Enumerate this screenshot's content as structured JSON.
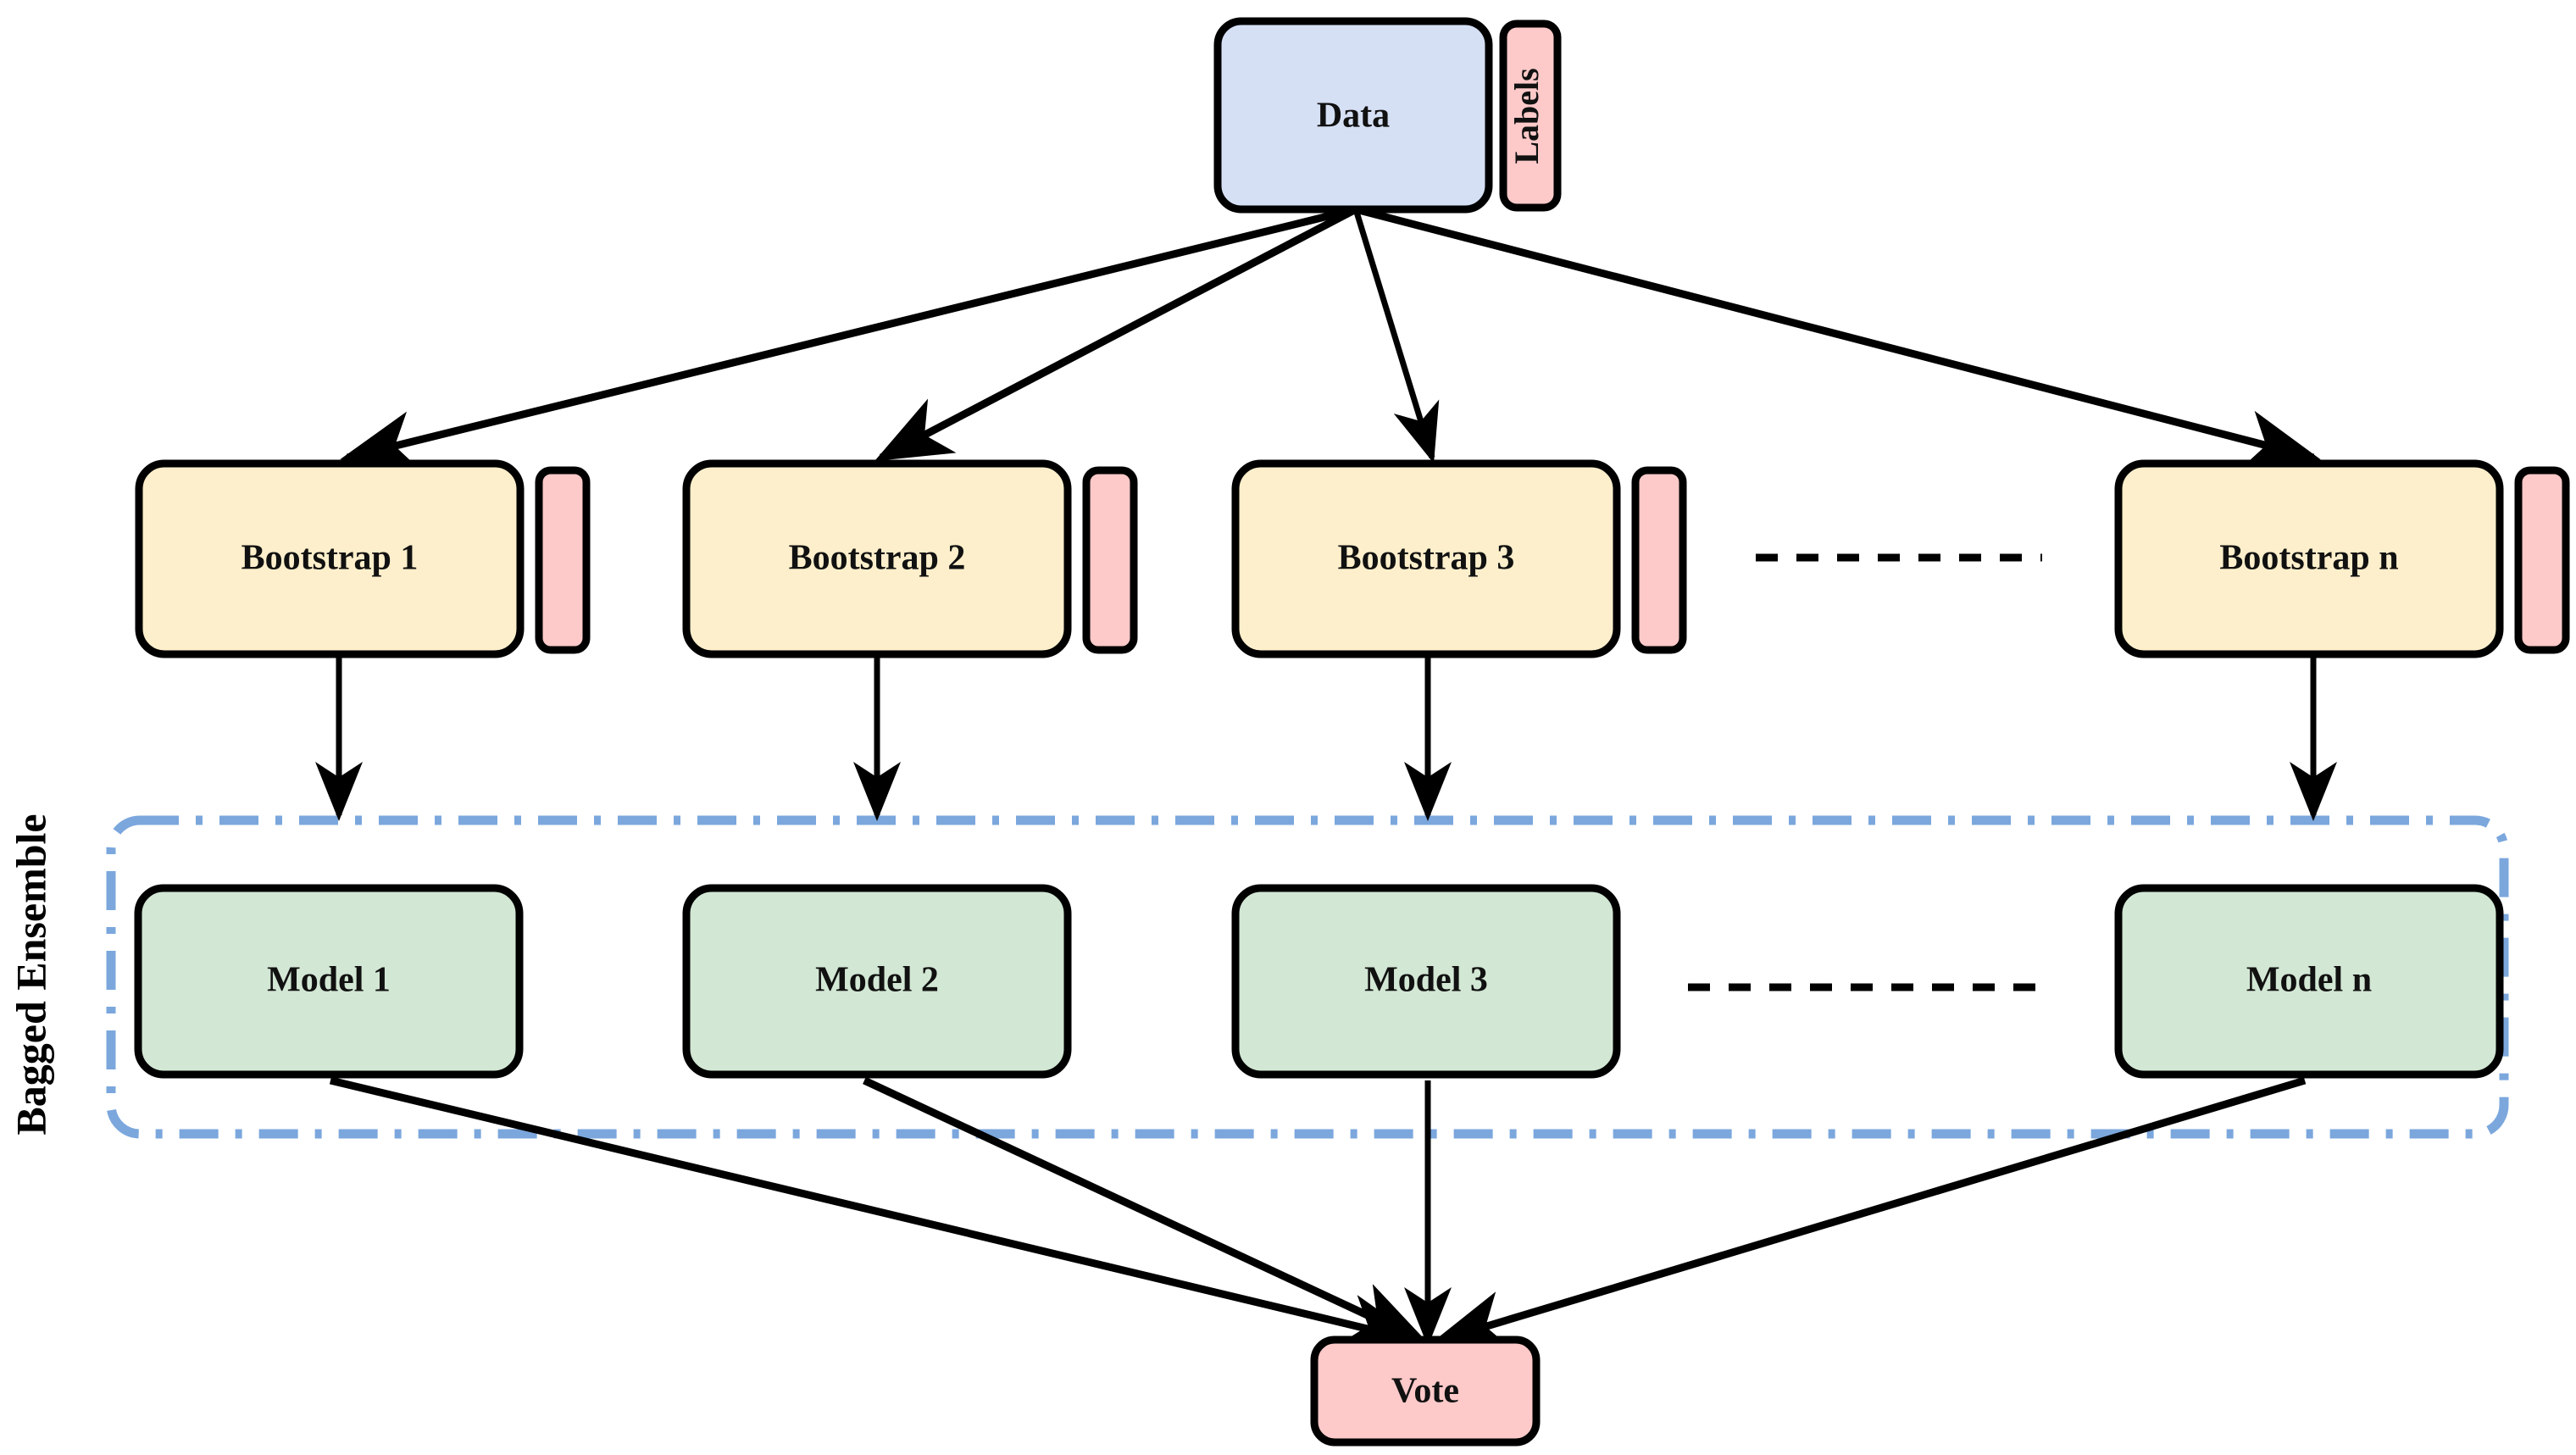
{
  "diagram": {
    "title": "Bagged Ensemble (Bootstrap Aggregating) Flow Diagram",
    "colors": {
      "data_fill": "#d6e0f5",
      "bootstrap_fill": "#fdefcb",
      "model_fill": "#d2e7d4",
      "label_strip_fill": "#fdc9c9",
      "vote_fill": "#fdc9c9",
      "outline": "#000000",
      "ensemble_border": "#7ba7dd",
      "background": "#ffffff"
    },
    "source": {
      "id": "data",
      "label": "Data",
      "strip_label": "Labels"
    },
    "bootstraps": [
      {
        "id": "bootstrap-1",
        "label": "Bootstrap 1",
        "strip_label": ""
      },
      {
        "id": "bootstrap-2",
        "label": "Bootstrap 2",
        "strip_label": ""
      },
      {
        "id": "bootstrap-3",
        "label": "Bootstrap 3",
        "strip_label": ""
      },
      {
        "id": "bootstrap-n",
        "label": "Bootstrap n",
        "strip_label": ""
      }
    ],
    "models": [
      {
        "id": "model-1",
        "label": "Model 1"
      },
      {
        "id": "model-2",
        "label": "Model 2"
      },
      {
        "id": "model-3",
        "label": "Model 3"
      },
      {
        "id": "model-n",
        "label": "Model n"
      }
    ],
    "ensemble_group_label": "Bagged Ensemble",
    "aggregator": {
      "id": "vote",
      "label": "Vote"
    },
    "continuation_marker": "dashed-ellipsis"
  }
}
